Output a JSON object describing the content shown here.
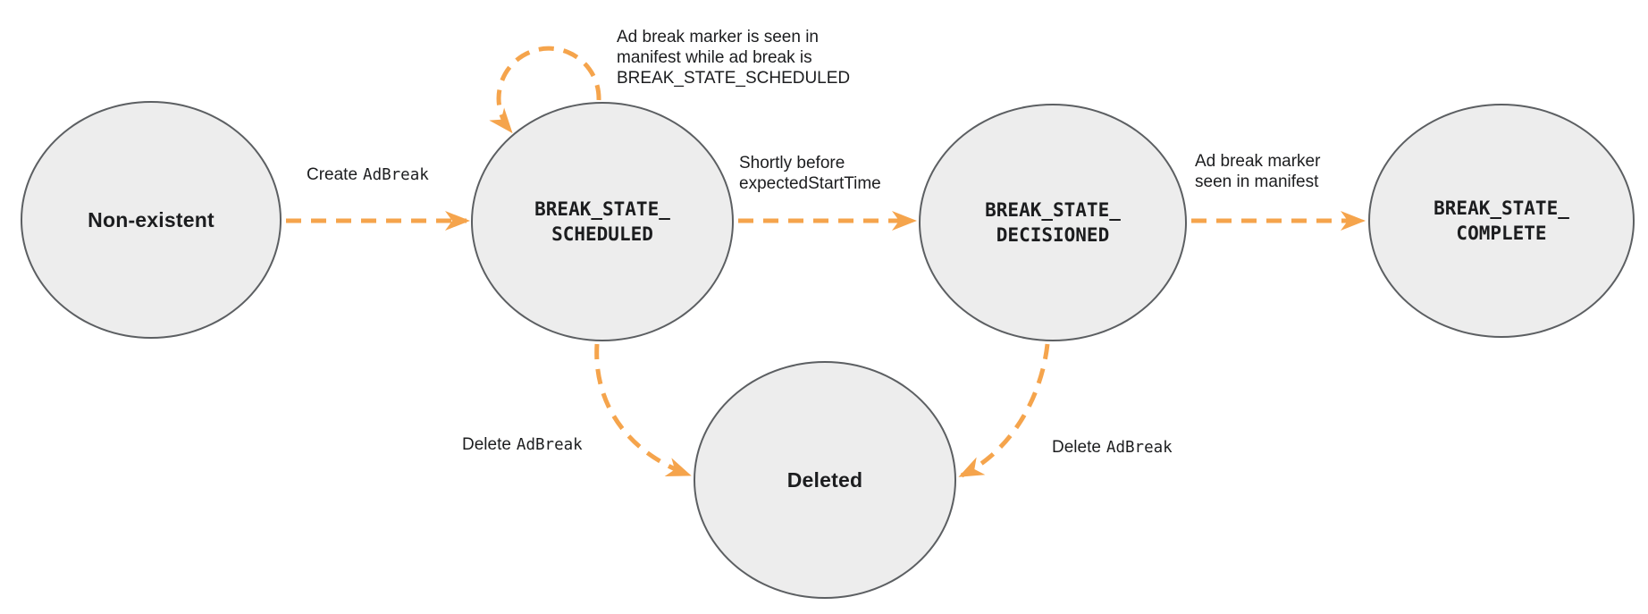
{
  "colors": {
    "accent": "#F5A44C",
    "node_fill": "#EDEDED",
    "node_border": "#5C5F62",
    "text": "#1C1D1F"
  },
  "nodes": {
    "non_existent": {
      "label": "Non-existent"
    },
    "scheduled": {
      "line1": "BREAK_STATE_",
      "line2": "SCHEDULED"
    },
    "decisioned": {
      "line1": "BREAK_STATE_",
      "line2": "DECISIONED"
    },
    "complete": {
      "line1": "BREAK_STATE_",
      "line2": "COMPLETE"
    },
    "deleted": {
      "label": "Deleted"
    }
  },
  "edges": {
    "create": {
      "text": "Create",
      "code": "AdBreak"
    },
    "self_loop": {
      "line1": "Ad break marker is seen in",
      "line2": "manifest while ad break is",
      "code": "BREAK_STATE_SCHEDULED"
    },
    "decision": {
      "text": "Shortly before",
      "code": "expectedStartTime"
    },
    "marker_seen": {
      "line1": "Ad break marker",
      "line2": "seen in manifest"
    },
    "delete_from_scheduled": {
      "text": "Delete",
      "code": "AdBreak"
    },
    "delete_from_decisioned": {
      "text": "Delete",
      "code": "AdBreak"
    }
  }
}
